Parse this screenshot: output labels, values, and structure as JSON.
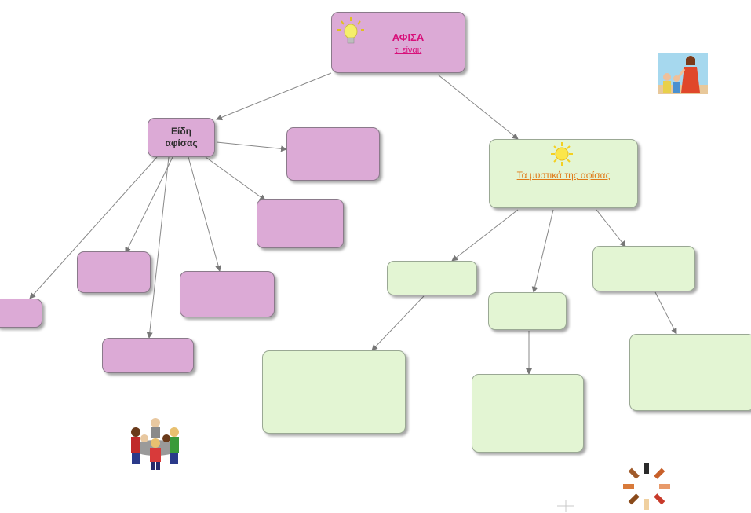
{
  "root": {
    "title": "ΑΦΙΣΑ",
    "subtitle": "τι είναι;"
  },
  "types_node": {
    "line1": "Είδη",
    "line2": "αφίσας"
  },
  "elements_node": {
    "title": "Τα μυστικά της αφίσας"
  },
  "icons": [
    "lightbulb-icon",
    "sun-icon",
    "teacher-children-icon",
    "children-table-icon",
    "hands-circle-icon",
    "plus-icon"
  ],
  "colors": {
    "purple_node": "#dcaad6",
    "green_node": "#e3f5d3",
    "title_text": "#d8107a",
    "green_title_text": "#e07a18",
    "connector": "#777777"
  }
}
